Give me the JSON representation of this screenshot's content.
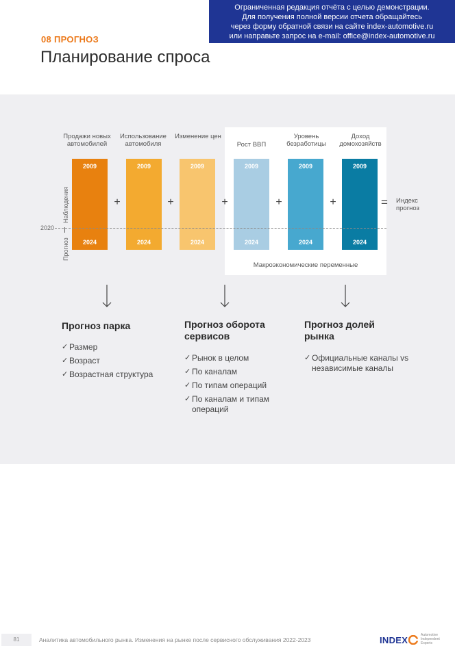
{
  "banner": {
    "lines": [
      "Ограниченная редакция отчёта с целью демонстрации.",
      "Для получения полной версии отчета обращайтесь",
      "через форму обратной связи на сайте index-automotive.ru",
      "или направьте запрос на e-mail: office@index-automotive.ru"
    ]
  },
  "header": {
    "section": "08 ПРОГНОЗ",
    "title": "Планирование спроса"
  },
  "diagram": {
    "columns": [
      {
        "label": "Продажи новых автомобилей",
        "top_year": "2009",
        "bottom_year": "2024",
        "color": "#e8810f"
      },
      {
        "label": "Использование автомобиля",
        "top_year": "2009",
        "bottom_year": "2024",
        "color": "#f3aa30"
      },
      {
        "label": "Изменение цен",
        "top_year": "2009",
        "bottom_year": "2024",
        "color": "#f8c56e"
      },
      {
        "label": "Рост ВВП",
        "top_year": "2009",
        "bottom_year": "2024",
        "color": "#a9cde3"
      },
      {
        "label": "Уровень безработицы",
        "top_year": "2009",
        "bottom_year": "2024",
        "color": "#47a8cf"
      },
      {
        "label": "Доход домохозяйств",
        "top_year": "2009",
        "bottom_year": "2024",
        "color": "#0a7ca3"
      }
    ],
    "operators": [
      "+",
      "+",
      "+",
      "+",
      "+"
    ],
    "equals": "=",
    "result_label": "Индекс прогноз",
    "split_year": "2020",
    "observations_label": "Наблюдения",
    "forecast_label": "Прогноз",
    "macro_label": "Макроэкономические переменные"
  },
  "outputs": [
    {
      "title": "Прогноз парка",
      "items": [
        "Размер",
        "Возраст",
        "Возрастная структура"
      ]
    },
    {
      "title": "Прогноз оборота сервисов",
      "items": [
        "Рынок в целом",
        "По каналам",
        "По типам операций",
        "По каналам и типам операций"
      ]
    },
    {
      "title": "Прогноз долей рынка",
      "items": [
        "Официальные каналы vs независимые каналы"
      ]
    }
  ],
  "footer": {
    "page_number": "81",
    "text": "Аналитика автомобильного рынка. Изменения на рынке после сервисного обслуживания 2022-2023",
    "logo_word": "INDEX",
    "logo_tagline": [
      "Automotive",
      "Independent",
      "Experts"
    ]
  }
}
